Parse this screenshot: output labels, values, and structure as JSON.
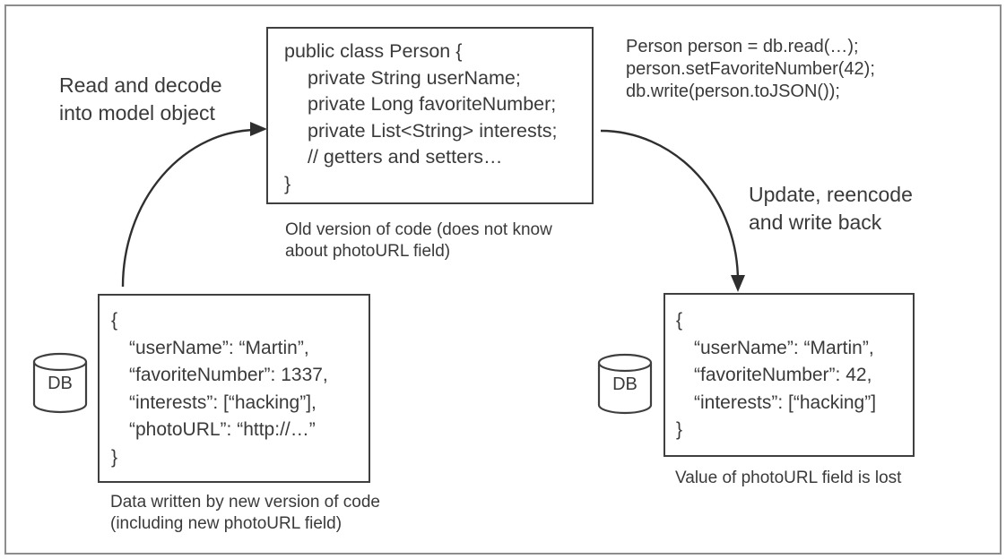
{
  "colors": {
    "ink": "#3a3a3a",
    "stroke": "#3f3f3f",
    "frame": "#8d8d8d",
    "background": "#ffffff"
  },
  "labels": {
    "read_decode_line1": "Read and decode",
    "read_decode_line2": "into model object",
    "update_reencode_line1": "Update, reencode",
    "update_reencode_line2": "and write back"
  },
  "class_box": {
    "lines": [
      "public class Person {",
      "private String userName;",
      "private Long favoriteNumber;",
      "private List<String> interests;",
      "// getters and setters…",
      "}"
    ],
    "caption_line1": "Old version of code (does not know",
    "caption_line2": "about photoURL field)"
  },
  "update_code": {
    "lines": [
      "Person person = db.read(…);",
      "person.setFavoriteNumber(42);",
      "db.write(person.toJSON());"
    ]
  },
  "db_left": {
    "label": "DB"
  },
  "db_right": {
    "label": "DB"
  },
  "json_box_left": {
    "lines": [
      "{",
      "“userName”: “Martin”,",
      "“favoriteNumber”: 1337,",
      "“interests”: [“hacking”],",
      "“photoURL”: “http://…”",
      "}"
    ],
    "caption_line1": "Data written by new version of code",
    "caption_line2": "(including new photoURL field)"
  },
  "json_box_right": {
    "lines": [
      "{",
      "“userName”: “Martin”,",
      "“favoriteNumber”: 42,",
      "“interests”: [“hacking”]",
      "}"
    ],
    "caption": "Value of photoURL field is lost"
  }
}
